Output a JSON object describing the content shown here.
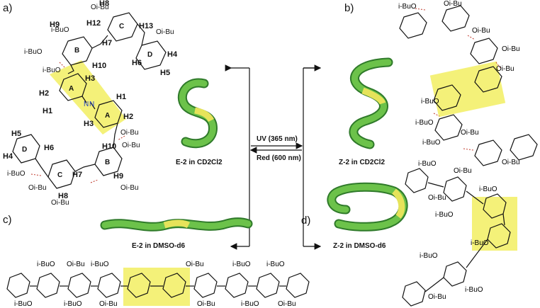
{
  "panels": {
    "a": "a)",
    "b": "b)",
    "c": "c)",
    "d": "d)"
  },
  "atoms": {
    "isobutoxy": "i-BuO",
    "oisobutyl": "Oi-Bu",
    "N": "N",
    "H": "H",
    "O": "O"
  },
  "protons": {
    "h1": "H1",
    "h2": "H2",
    "h3": "H3",
    "h4": "H4",
    "h5": "H5",
    "h6": "H6",
    "h7": "H7",
    "h8": "H8",
    "h9": "H9",
    "h10": "H10",
    "h12": "H12",
    "h13": "H13"
  },
  "rings": {
    "A": "A",
    "B": "B",
    "C": "C",
    "D": "D"
  },
  "captions": {
    "e_cd2cl2": "E-2 in CD2Cl2",
    "z_cd2cl2": "Z-2 in CD2Cl2",
    "e_dmso": "E-2 in DMSO-d6",
    "z_dmso": "Z-2 in DMSO-d6"
  },
  "switch": {
    "forward": "UV (365 nm)",
    "backward": "Red (600 nm)"
  },
  "colors": {
    "highlight": "#f3f06a",
    "helix_green": "#6cc24a",
    "helix_dark": "#2f7a2a",
    "helix_yellow": "#e6e35a",
    "oxygen": "#d62828",
    "nitrogen": "#1f3fbf",
    "hbond": "#c0392b"
  }
}
